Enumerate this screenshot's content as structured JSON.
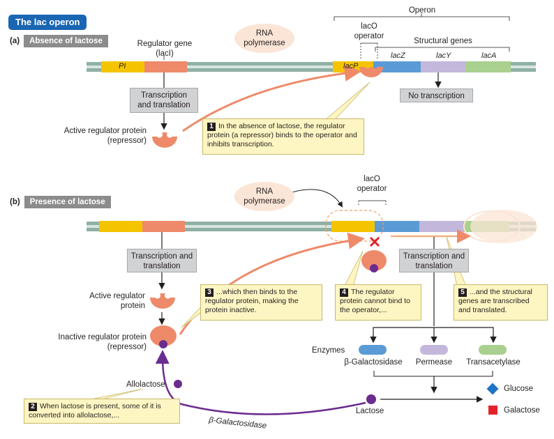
{
  "title": "The lac operon",
  "panel_a": {
    "letter": "(a)",
    "label": "Absence of lactose",
    "operon": "Operon",
    "lacO_operator": "lacO operator",
    "structural_genes": "Structural genes",
    "regulator_gene": "Regulator gene (lacI)",
    "rna_polymerase": "RNA polymerase",
    "PI": "PI",
    "lacP": "lacP",
    "lacZ": "lacZ",
    "lacY": "lacY",
    "lacA": "lacA",
    "transcription_translation": "Transcription and translation",
    "active_regulator": "Active regulator protein (repressor)",
    "no_transcription": "No transcription",
    "step1": "In the absence of lactose, the regulator protein (a repressor) binds to the operator and inhibits transcription."
  },
  "panel_b": {
    "letter": "(b)",
    "label": "Presence of lactose",
    "lacO_operator": "lacO operator",
    "rna_polymerase": "RNA polymerase",
    "transcription_translation_left": "Transcription and translation",
    "transcription_translation_right": "Transcription and translation",
    "active_regulator": "Active regulator protein",
    "inactive_regulator": "Inactive regulator protein (repressor)",
    "step3": "...which then binds to the regulator protein, making the protein inactive.",
    "step4": "The regulator protein cannot bind to the operator,...",
    "step5": "...and the structural genes are transcribed and translated.",
    "enzymes": "Enzymes",
    "beta_gal": "β-Galactosidase",
    "permease": "Permease",
    "transacetylase": "Transacetylase",
    "allolactose": "Allolactose",
    "step2": "When lactose is present, some of it is converted into allolactose,...",
    "beta_gal_arrow": "β-Galactosidase",
    "lactose": "Lactose",
    "glucose": "Glucose",
    "galactose": "Galactose"
  },
  "step_numbers": [
    "1",
    "2",
    "3",
    "4",
    "5"
  ],
  "colors": {
    "title_blue": "#1a66b3",
    "dna_gray": "#8fb0a5",
    "promoter_yellow": "#f5c400",
    "regulator_salmon": "#ee8a6a",
    "lacZ_blue": "#5b9bd5",
    "lacY_lavender": "#c3b8dc",
    "lacA_green": "#a9d08e",
    "allolactose_purple": "#6a2c8e",
    "glucose_blue": "#1f73c4",
    "galactose_red": "#e2232a"
  }
}
